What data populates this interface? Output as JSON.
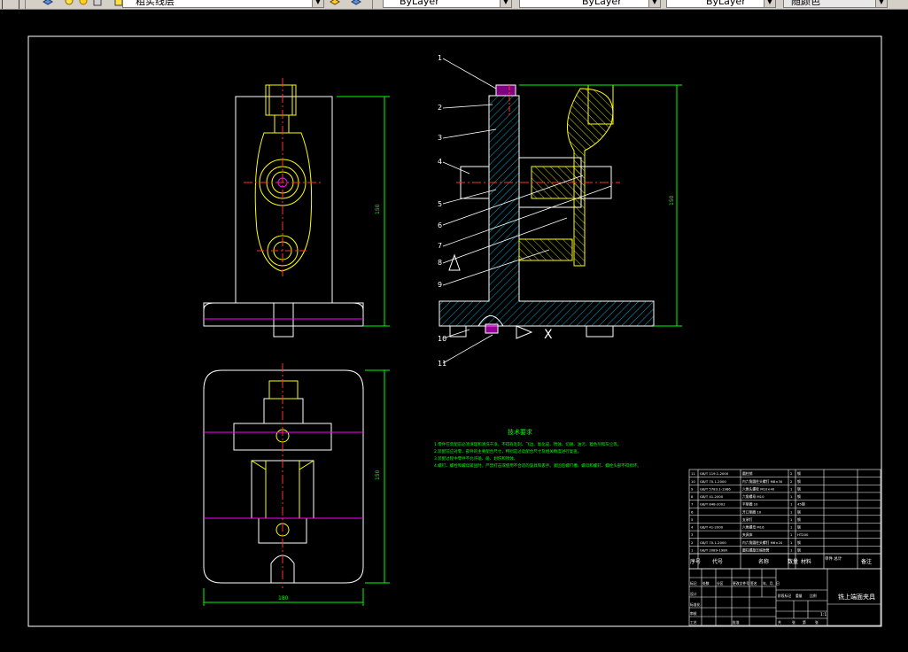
{
  "toolbar": {
    "layer_name": "粗实线层",
    "color_control": "ByLayer",
    "linetype_control": "ByLayer",
    "lineweight_control": "ByLayer",
    "plotstyle_control": "随颜色"
  },
  "drawing": {
    "tech_title": "技术要求",
    "tech_lines": [
      "1.零件在装配前必须清理和清洗干净，不得有毛刺、飞边、氧化皮、锈蚀、切屑、油污、着色剂和灰尘等。",
      "2.装配前应对零、部件的主要配合尺寸，特别是过盈配合尺寸及相关精度进行复查。",
      "3.装配过程中零件不允许磕、碰、划伤和锈蚀。",
      "4.螺钉、螺栓和螺母紧固时，严禁打击或使用不合适的旋具和扳手。紧固后螺钉槽、螺母和螺钉、螺栓头部不得损坏。"
    ],
    "balloons": [
      "1",
      "2",
      "3",
      "4",
      "5",
      "6",
      "7",
      "8",
      "9",
      "10",
      "11"
    ],
    "section_mark": "X",
    "bom_rows": [
      {
        "no": "11",
        "code": "GB/T 119.1-2000",
        "name": "圆柱销",
        "qty": "2",
        "mat": "钢"
      },
      {
        "no": "10",
        "code": "GB/T 70.1-2000",
        "name": "内六角圆柱头螺钉 M8×30",
        "qty": "2",
        "mat": "钢"
      },
      {
        "no": "9",
        "code": "GB/T 5783.1-1986",
        "name": "六角头螺栓 M10×40",
        "qty": "1",
        "mat": "钢"
      },
      {
        "no": "8",
        "code": "GB/T 41-2000",
        "name": "六角螺母 M10",
        "qty": "1",
        "mat": "钢"
      },
      {
        "no": "7",
        "code": "GB/T 848-2002",
        "name": "平垫圈 10",
        "qty": "1",
        "mat": "45钢"
      },
      {
        "no": "6",
        "code": "",
        "name": "开口垫圈 10",
        "qty": "1",
        "mat": "钢"
      },
      {
        "no": "5",
        "code": "",
        "name": "支承钉",
        "qty": "1",
        "mat": "钢"
      },
      {
        "no": "4",
        "code": "GB/T 41-2000",
        "name": "六角螺母 M16",
        "qty": "1",
        "mat": "钢"
      },
      {
        "no": "3",
        "code": "",
        "name": "夹具体",
        "qty": "1",
        "mat": "HT200"
      },
      {
        "no": "2",
        "code": "GB/T 70.1-2000",
        "name": "内六角圆柱头螺钉 M6×20",
        "qty": "1",
        "mat": "钢"
      },
      {
        "no": "1",
        "code": "GB/T 2089-1980",
        "name": "圆柱螺旋压缩弹簧",
        "qty": "1",
        "mat": "钢"
      }
    ],
    "bom_header": {
      "no": "序号",
      "code": "代号",
      "name": "名称",
      "qty": "数量",
      "mat": "材料",
      "weight": "单件 总计",
      "note": "备注"
    },
    "title_block": {
      "drawing_title": "铣上端面夹具",
      "labels": [
        "标记",
        "处数",
        "分区",
        "更改文件号",
        "签名",
        "年、月、日",
        "设计",
        "标准化",
        "审核",
        "工艺",
        "批准",
        "阶段标记",
        "重量",
        "比例",
        "共",
        "张",
        "第",
        "张"
      ],
      "scale": "1:1"
    },
    "dims": {
      "left_height": "150",
      "bottom_height": "150",
      "bottom_width": "180",
      "side_height": "150"
    }
  }
}
